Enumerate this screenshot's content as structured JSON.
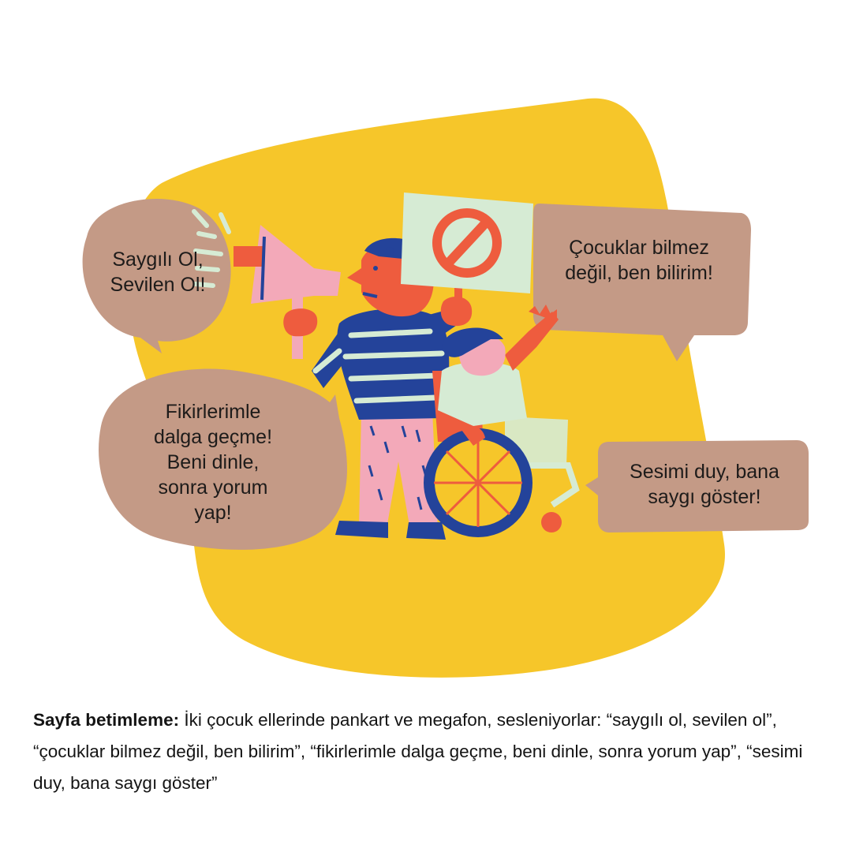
{
  "colors": {
    "blob": "#F6C62A",
    "bubble": "#C49A86",
    "navy": "#24439A",
    "orange": "#EE5C3E",
    "pink": "#F3A9B9",
    "mint": "#D6EBD4"
  },
  "bubbles": {
    "top_left": "Saygılı Ol,\nSevilen Ol!",
    "top_right": "Çocuklar bilmez\ndeğil, ben bilirim!",
    "mid_left": "Fikirlerimle\ndalga geçme!\nBeni dinle,\nsonra yorum\nyap!",
    "bottom_right": "Sesimi duy, bana\nsaygı göster!"
  },
  "caption": {
    "label": "Sayfa betimleme:",
    "text": " İki çocuk ellerinde pankart ve megafon, sesleniyorlar: “saygılı ol, sevilen ol”, “çocuklar bilmez değil, ben bilirim”, “fikirlerimle dalga geçme, beni dinle, sonra yorum yap”, “sesimi duy, bana saygı göster”"
  },
  "icons": [
    "megaphone-icon",
    "no-sign-icon",
    "wheelchair-icon"
  ]
}
